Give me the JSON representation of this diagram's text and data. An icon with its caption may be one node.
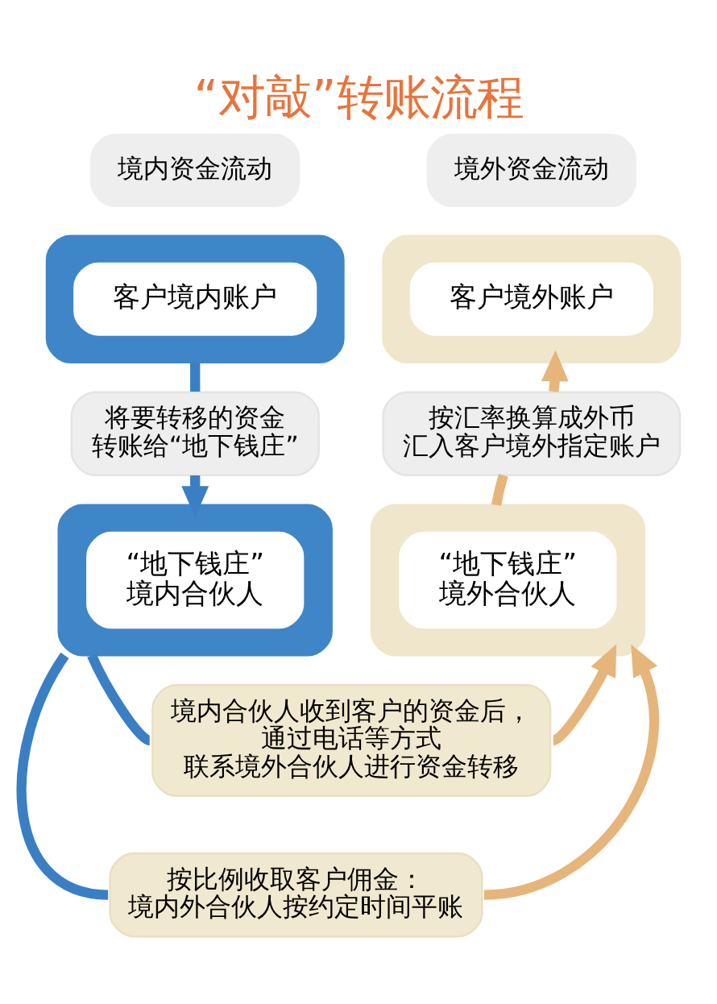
{
  "diagram": {
    "title": "“对敲”转账流程",
    "nodes": [
      {
        "text": [
          "境内资金流动"
        ]
      },
      {
        "text": [
          "境外资金流动"
        ]
      },
      {
        "text": [],
        "shape": "box"
      },
      {
        "text": [
          "客户境内账户"
        ],
        "in": 2
      },
      {
        "text": [],
        "shape": "box"
      },
      {
        "text": [
          "客户境外账户"
        ],
        "in": 4
      },
      {
        "text": [
          "将要转移的资金转账给“地下钱庄”"
        ]
      },
      {
        "text": [
          "按汇率换算成外币汇入客户境外指定账户"
        ]
      },
      {
        "text": [],
        "shape": "box"
      },
      {
        "text": [
          "“地下钱庄”境内合伙人"
        ],
        "in": 8
      },
      {
        "text": [],
        "shape": "box"
      },
      {
        "text": [
          "“地下钱庄”境外合伙人"
        ],
        "in": 10
      },
      {
        "text": [
          "境内合伙人收到客户的资金后，通过电话等方式联系境外合伙人进行资金转移"
        ]
      },
      {
        "text": [
          "按比例收取客户佣金：境内外合伙人按约定时间平账"
        ]
      }
    ],
    "edges": [
      {
        "from": 2,
        "to": 6,
        "arrow": "none",
        "color": "#3a7fc4"
      },
      {
        "from": 6,
        "to": 8,
        "arrow": "to",
        "color": "#3a7fc4"
      },
      {
        "from": 10,
        "to": 7,
        "arrow": "none",
        "color": "#e6b57c"
      },
      {
        "from": 7,
        "to": 4,
        "arrow": "to",
        "color": "#e6b57c"
      },
      {
        "from": 8,
        "to": 12,
        "arrow": "none",
        "color": "#3a7fc4"
      },
      {
        "from": 12,
        "to": 10,
        "arrow": "to",
        "color": "#e6b57c"
      },
      {
        "from": 8,
        "to": 13,
        "arrow": "none",
        "color": "#3a7fc4"
      },
      {
        "from": 13,
        "to": 10,
        "arrow": "to",
        "color": "#e6b57c"
      }
    ]
  }
}
